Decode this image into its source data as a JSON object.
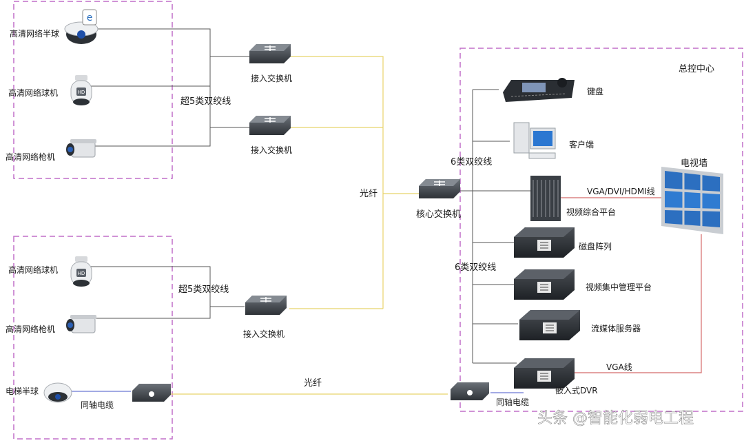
{
  "cameras": {
    "dome_hd": "高清网络半球",
    "ptz_hd_1": "高清网络球机",
    "bullet_hd_1": "高清网络枪机",
    "ptz_hd_2": "高清网络球机",
    "bullet_hd_2": "高清网络枪机",
    "elevator_dome": "电梯半球"
  },
  "switches": {
    "access_1": "接入交换机",
    "access_2": "接入交换机",
    "access_3": "接入交换机",
    "core": "核心交换机"
  },
  "cables": {
    "cat5e_top": "超5类双绞线",
    "cat5e_bottom": "超5类双绞线",
    "fiber_mid": "光纤",
    "fiber_bottom": "光纤",
    "cat6_upper": "6类双绞线",
    "cat6_lower": "6类双绞线",
    "coax_left": "同轴电缆",
    "coax_right": "同轴电缆",
    "vga_dvi_hdmi": "VGA/DVI/HDMI线",
    "vga": "VGA线"
  },
  "control_center": {
    "title": "总控中心",
    "keyboard": "键盘",
    "client": "客户端",
    "video_platform": "视频综合平台",
    "disk_array": "磁盘阵列",
    "video_mgmt": "视频集中管理平台",
    "streaming": "流媒体服务器",
    "dvr": "嵌入式DVR",
    "video_wall": "电视墙"
  },
  "watermark": "头条 @智能化弱电工程",
  "colors": {
    "zone_border": "#c06fc9",
    "wire": "#555555",
    "fiber": "#e8d36a",
    "av_line": "#d46a6a",
    "coax": "#6a78d4"
  }
}
